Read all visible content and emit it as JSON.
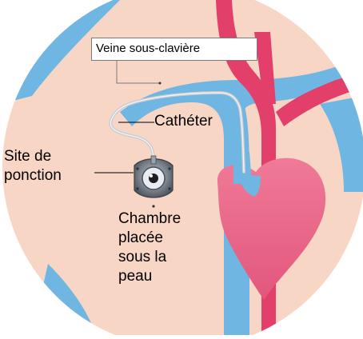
{
  "diagram": {
    "labels": {
      "vein": "Veine sous-clavière",
      "catheter": "Cathéter",
      "puncture_site_lines": [
        "Site de",
        "ponction"
      ],
      "chamber_lines": [
        "Chambre",
        "placée",
        "sous la",
        "peau"
      ]
    },
    "colors": {
      "skin": "#f8d6c5",
      "vein": "#6fb6e2",
      "artery": "#e23f6a",
      "heart": "#eb6f8f",
      "catheter": "#c8ccd2",
      "port_metal": "#7a828c",
      "leader_line": "#000000",
      "box_border": "#7a7a7a"
    }
  }
}
